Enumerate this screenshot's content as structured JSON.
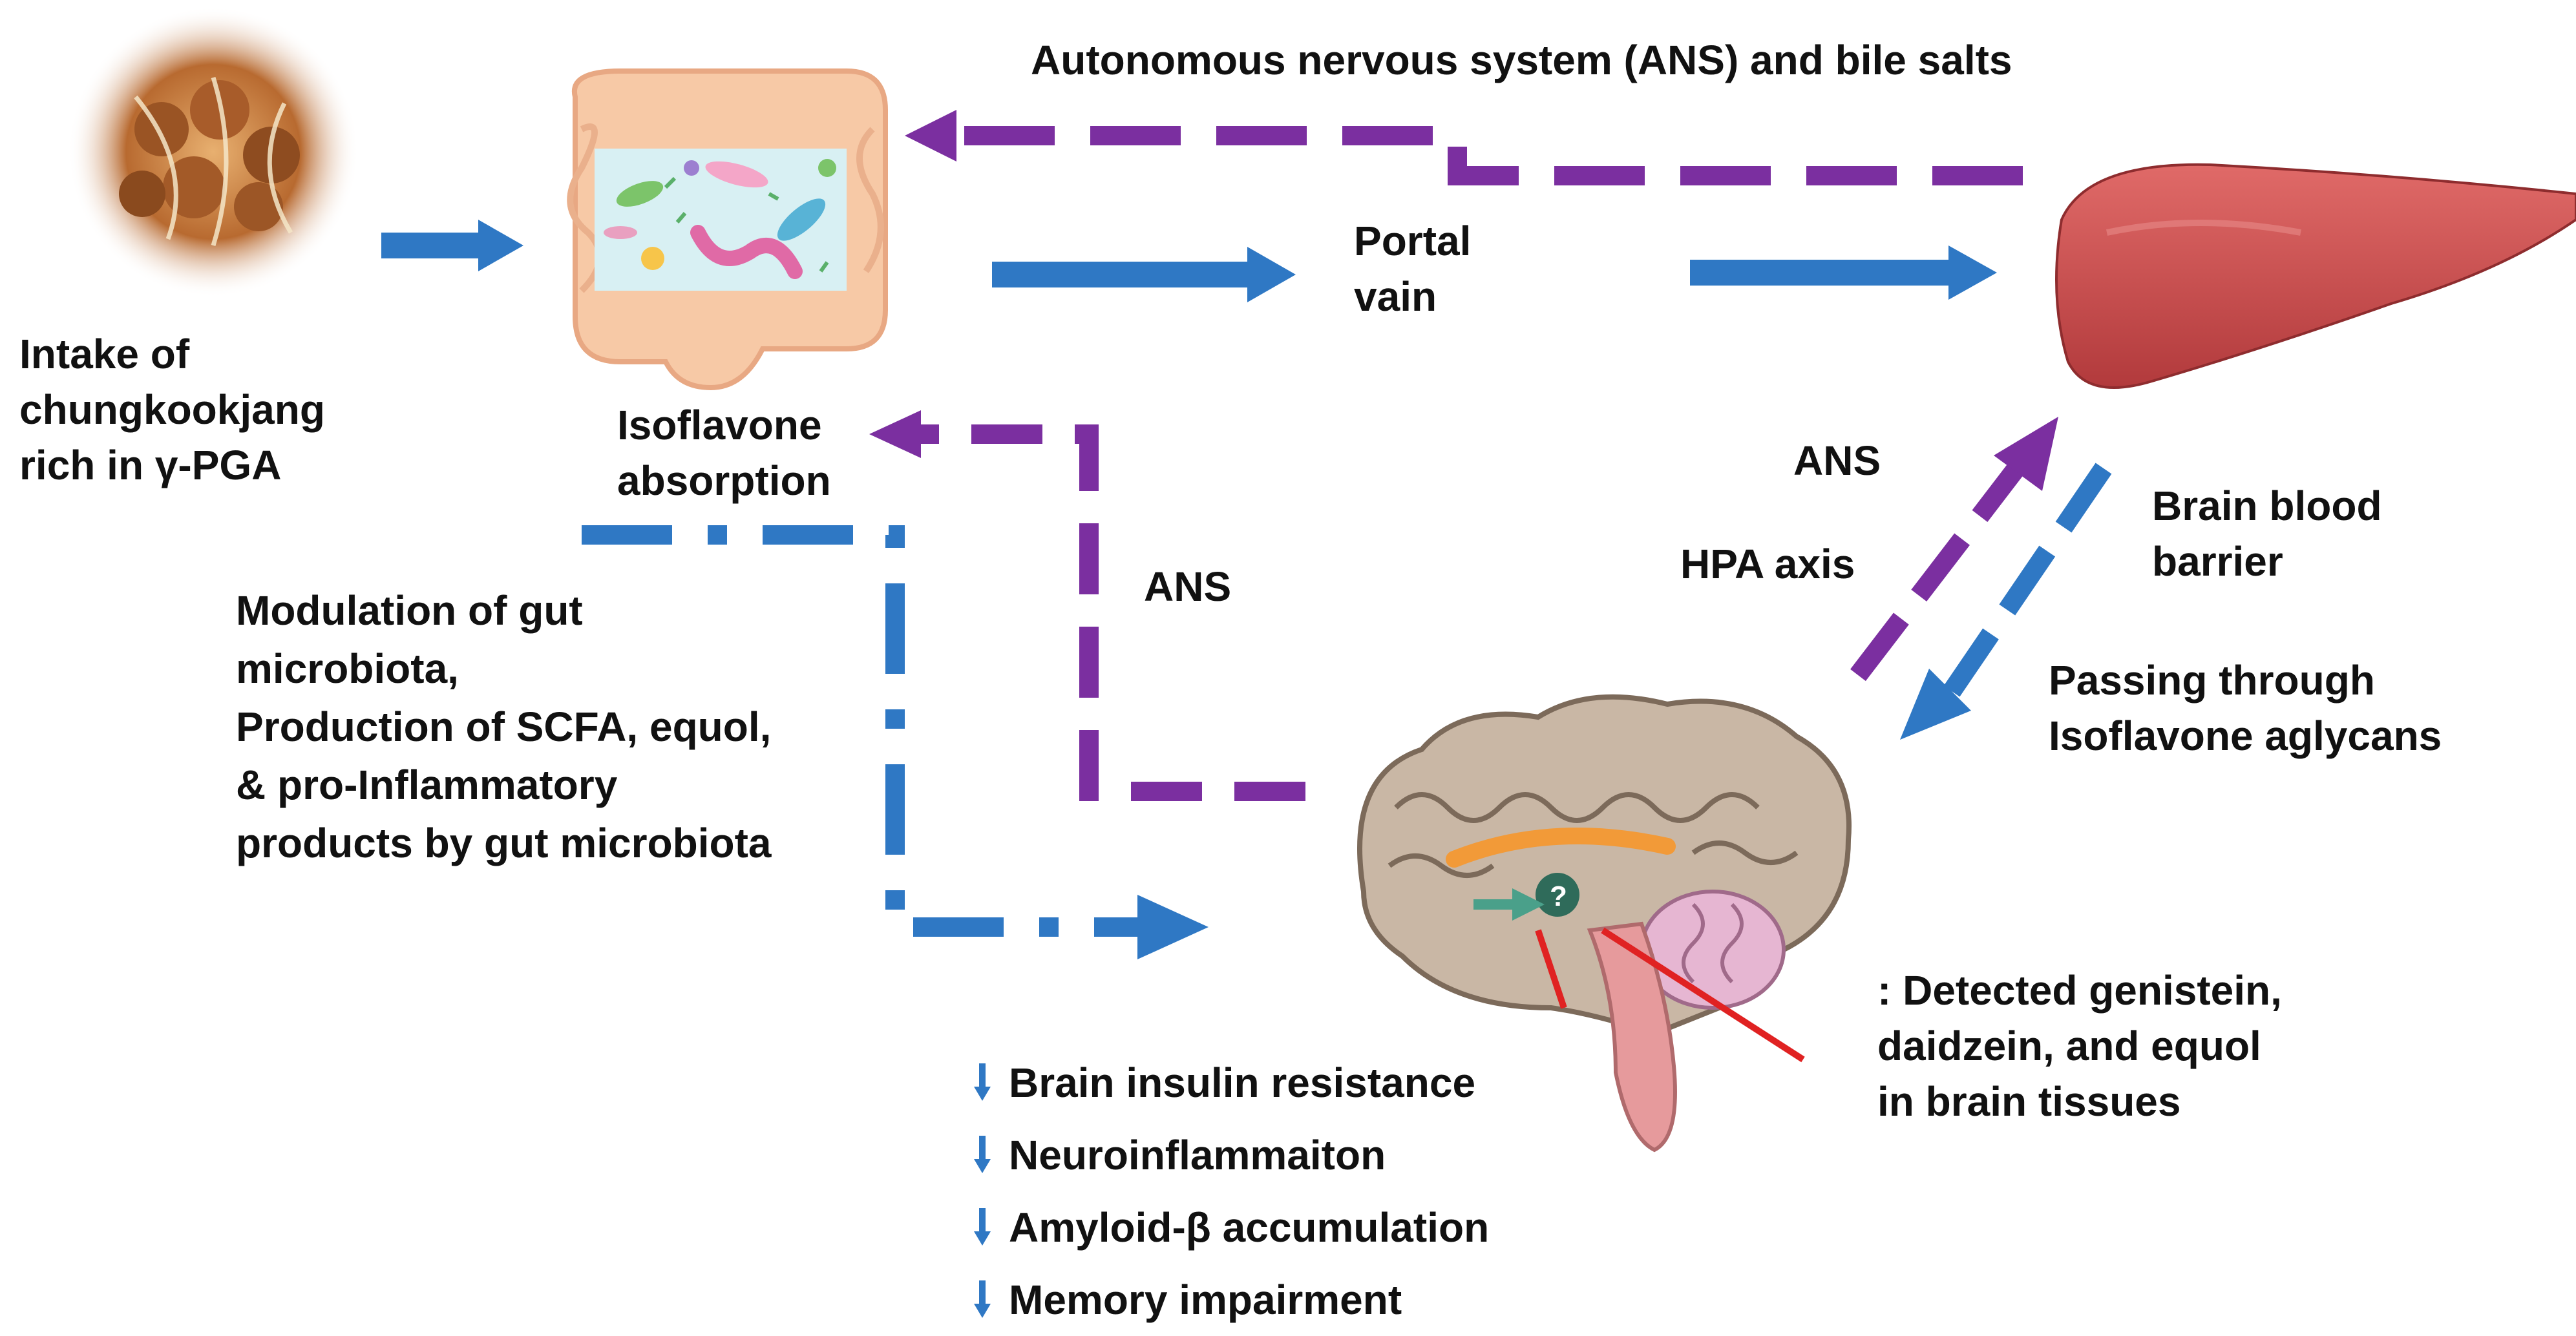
{
  "labels": {
    "intake": [
      "Intake of",
      "chungkookjang",
      "rich in γ-PGA"
    ],
    "ans_bile": "Autonomous nervous system (ANS) and bile salts",
    "portal_vein": [
      "Portal",
      "vain"
    ],
    "isoflavone_absorption": [
      "Isoflavone",
      "absorption"
    ],
    "ans_left": "ANS",
    "ans_right": "ANS",
    "hpa_axis": "HPA axis",
    "bbb": [
      "Brain blood",
      "barrier"
    ],
    "passing": [
      "Passing through",
      "Isoflavone aglycans"
    ],
    "modulation": [
      "Modulation of gut",
      "microbiota,",
      "Production of SCFA, equol,",
      "& pro-Inflammatory",
      "products by gut microbiota"
    ],
    "detected": [
      ": Detected genistein,",
      "daidzein, and equol",
      "in brain tissues"
    ]
  },
  "outcomes": [
    "Brain insulin resistance",
    "Neuroinflammaiton",
    "Amyloid-β accumulation",
    "Memory impairment"
  ],
  "colors": {
    "blue_arrow": "#2f78c4",
    "purple_arrow": "#7b2fa0",
    "liver": "#c8484a",
    "intestine": "#f7c9a6",
    "brain": "#c9b7a5",
    "text": "#111111"
  },
  "icons": [
    "chungkookjang-food-icon",
    "intestine-microbiota-icon",
    "liver-icon",
    "brain-icon"
  ]
}
